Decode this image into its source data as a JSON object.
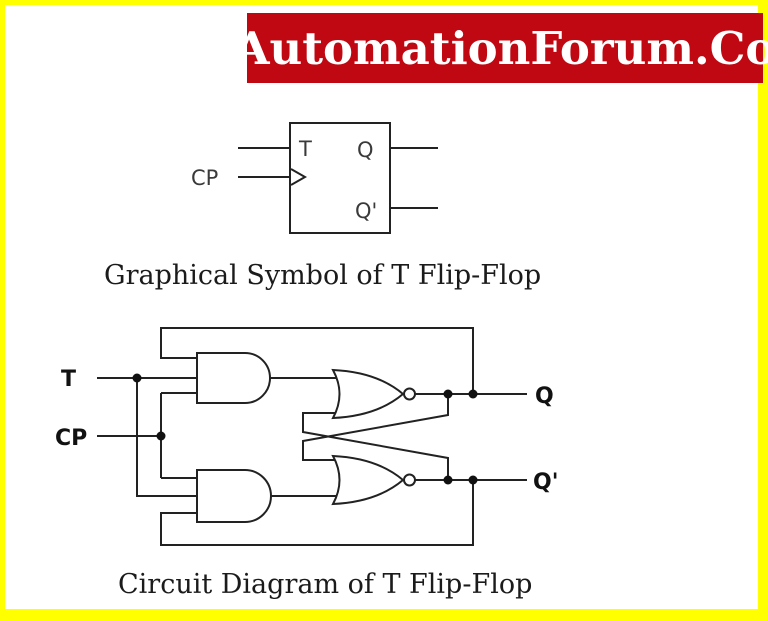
{
  "banner": {
    "text": "AutomationForum.Co",
    "background": "#C00812",
    "text_color": "#FFFFFF"
  },
  "frame": {
    "border_color": "#FFFF00",
    "background": "#FFFFFF",
    "ink_color": "#222222"
  },
  "symbol_diagram": {
    "caption": "Graphical Symbol of T Flip-Flop",
    "labels": {
      "t_input": "T",
      "clock_input": "CP",
      "q_output": "Q",
      "q_bar_output": "Q'"
    }
  },
  "circuit_diagram": {
    "caption": "Circuit Diagram of T Flip-Flop",
    "labels": {
      "t_input": "T",
      "clock_input": "CP",
      "q_output": "Q",
      "q_bar_output": "Q'"
    },
    "components": [
      {
        "name": "and-gate-top",
        "type": "AND"
      },
      {
        "name": "and-gate-bottom",
        "type": "AND"
      },
      {
        "name": "nor-gate-top",
        "type": "NOR"
      },
      {
        "name": "nor-gate-bottom",
        "type": "NOR"
      }
    ]
  }
}
